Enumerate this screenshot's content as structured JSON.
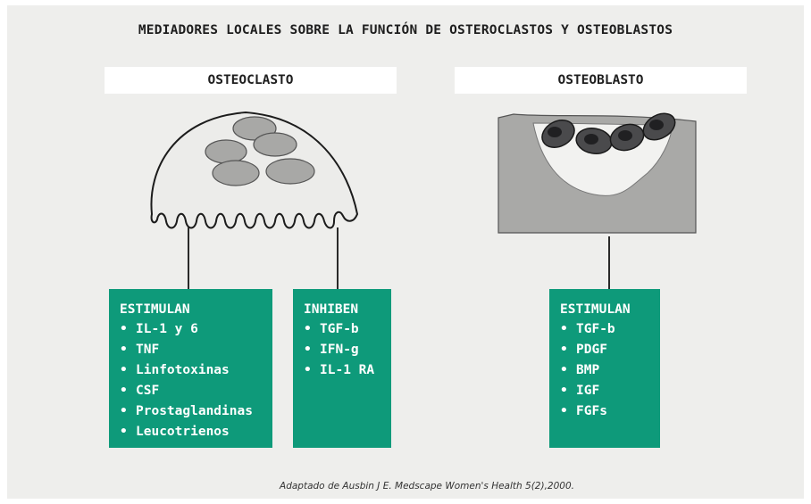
{
  "title": "MEDIADORES LOCALES SOBRE LA FUNCIÓN DE OSTEROCLASTOS Y OSTEOBLASTOS",
  "osteoclast": {
    "header": "OSTEOCLASTO",
    "stimulate": {
      "heading": "ESTIMULAN",
      "items": [
        "IL-1 y 6",
        "TNF",
        "Linfotoxinas",
        "CSF",
        "Prostaglandinas",
        "Leucotrienos"
      ]
    },
    "inhibit": {
      "heading": "INHIBEN",
      "items": [
        "TGF-b",
        "IFN-g",
        "IL-1 RA"
      ]
    }
  },
  "osteoblast": {
    "header": "OSTEOBLASTO",
    "stimulate": {
      "heading": "ESTIMULAN",
      "items": [
        "TGF-b",
        "PDGF",
        "BMP",
        "IGF",
        "FGFs"
      ]
    }
  },
  "bullet": "•",
  "caption": "Adaptado de Ausbin J E. Medscape Women's Health 5(2),2000.",
  "colors": {
    "box_fill": "#0e9a7a",
    "panel_bg": "#eeeeec",
    "header_bg": "#ffffff"
  }
}
